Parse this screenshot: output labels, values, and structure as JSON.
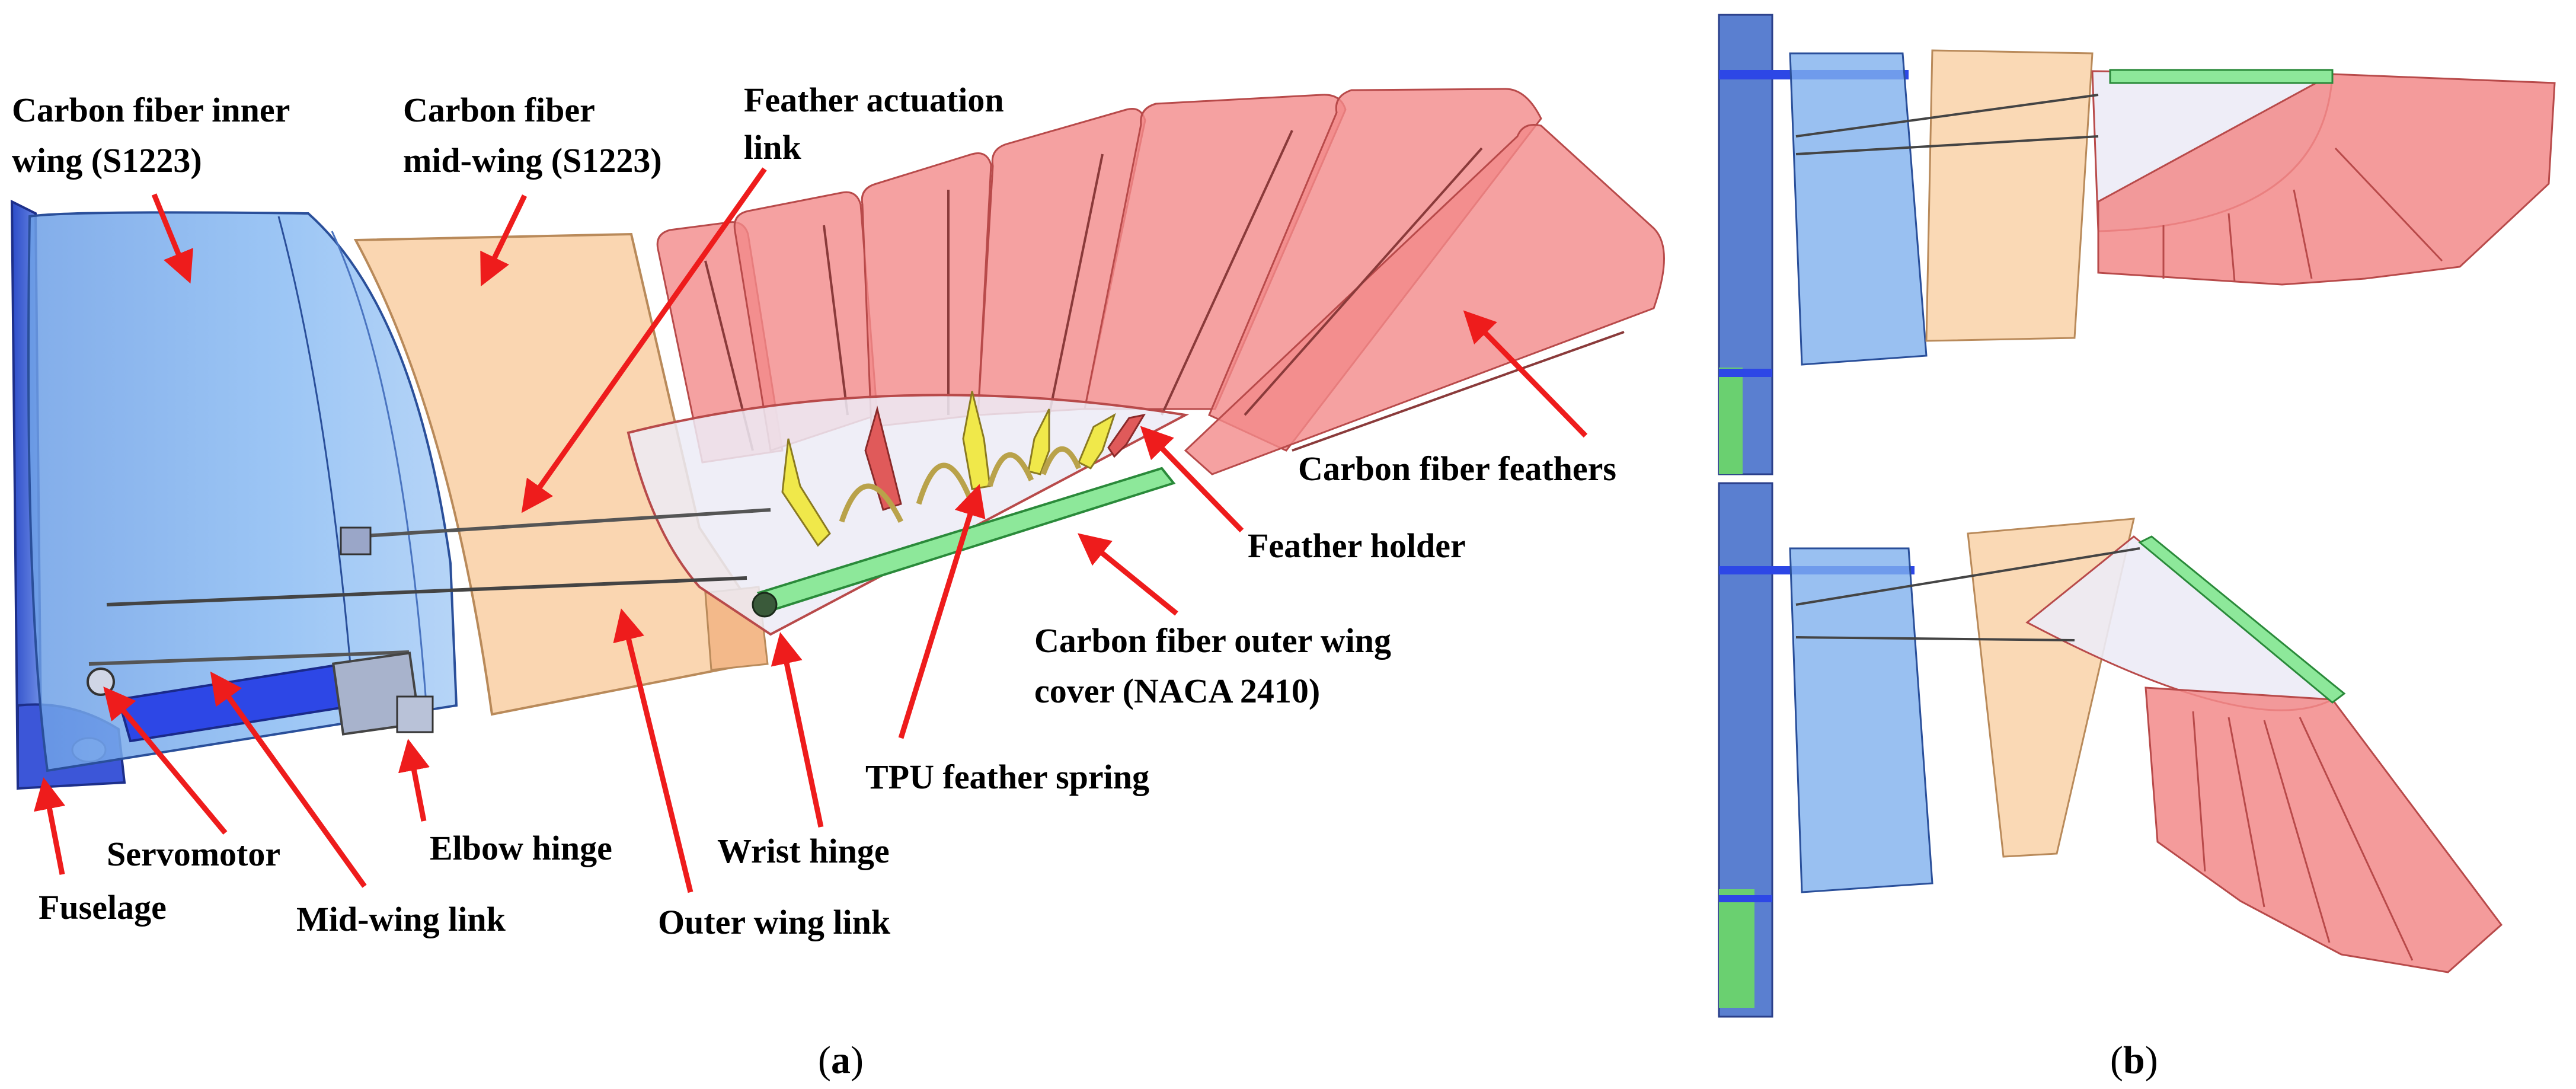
{
  "labels": {
    "inner_wing_1": "Carbon fiber inner",
    "inner_wing_2": "wing (S1223)",
    "mid_wing_1": "Carbon fiber",
    "mid_wing_2": "mid-wing (S1223)",
    "feather_link_1": "Feather actuation",
    "feather_link_2": "link",
    "feathers": "Carbon fiber feathers",
    "feather_holder": "Feather holder",
    "outer_cover_1": "Carbon fiber outer wing",
    "outer_cover_2": "cover (NACA 2410)",
    "tpu_spring": "TPU feather spring",
    "wrist_hinge": "Wrist hinge",
    "elbow_hinge": "Elbow hinge",
    "servomotor": "Servomotor",
    "fuselage": "Fuselage",
    "mid_wing_link": "Mid-wing link",
    "outer_wing_link": "Outer wing link"
  },
  "captions": {
    "a_open": "(",
    "a_letter": "a",
    "a_close": ")",
    "b_open": "(",
    "b_letter": "b",
    "b_close": ")"
  },
  "colors": {
    "inner_wing": "#7fb0ee",
    "mid_wing": "#f9cfa3",
    "feather": "#f28a8a",
    "spar": "#8de89a",
    "arrow": "#ee1c1c",
    "fuselage": "#3c56d8"
  }
}
